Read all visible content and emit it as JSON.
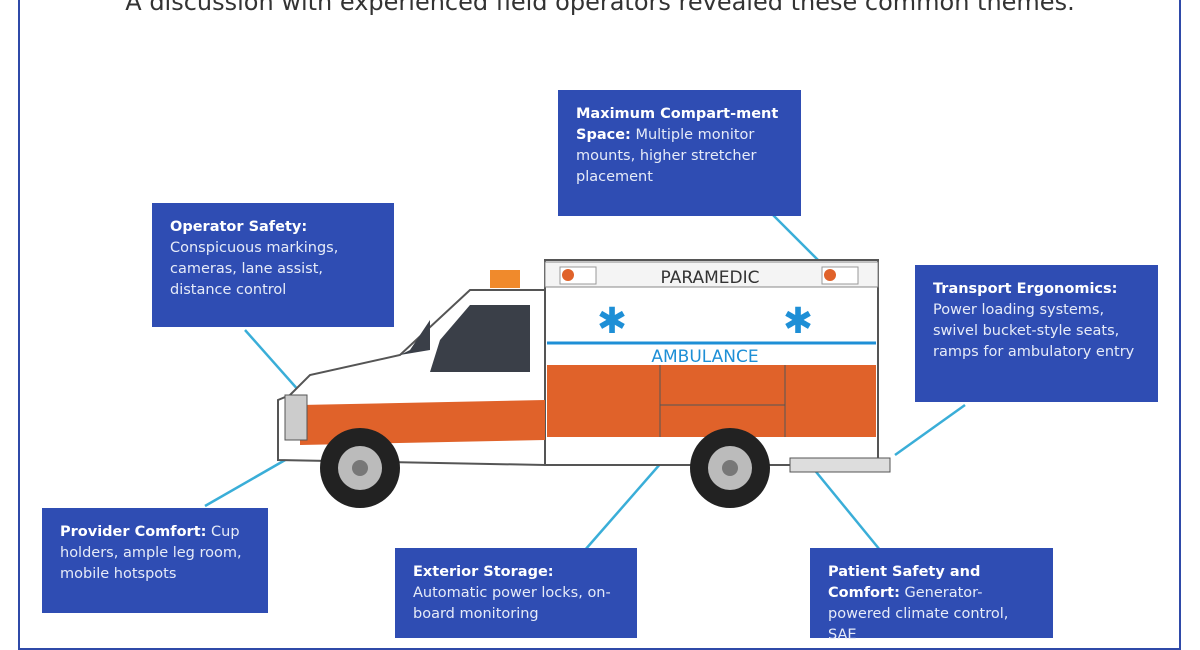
{
  "headline": "A discussion with experienced field operators revealed these common themes.",
  "vehicle": {
    "roof_label": "PARAMEDIC",
    "side_label": "AMBULANCE"
  },
  "callouts": [
    {
      "title": "Maximum Compart-ment Space:",
      "text": "Multiple monitor mounts, higher stretcher placement"
    },
    {
      "title": "Operator Safety:",
      "text": "Conspicuous markings, cameras, lane assist, distance control"
    },
    {
      "title": "Transport Ergonomics:",
      "text": "Power loading systems, swivel bucket-style seats, ramps for ambulatory entry"
    },
    {
      "title": "Provider Comfort:",
      "text": "Cup holders, ample leg room, mobile hotspots"
    },
    {
      "title": "Exterior Storage:",
      "text": "Automatic power locks, on-board monitoring"
    },
    {
      "title": "Patient Safety and Comfort:",
      "text": "Generator-powered climate control, SAE"
    }
  ],
  "colors": {
    "box": "#2f4db3",
    "line": "#3aaed8",
    "orange": "#e0622a",
    "blue": "#1e8fd6"
  }
}
